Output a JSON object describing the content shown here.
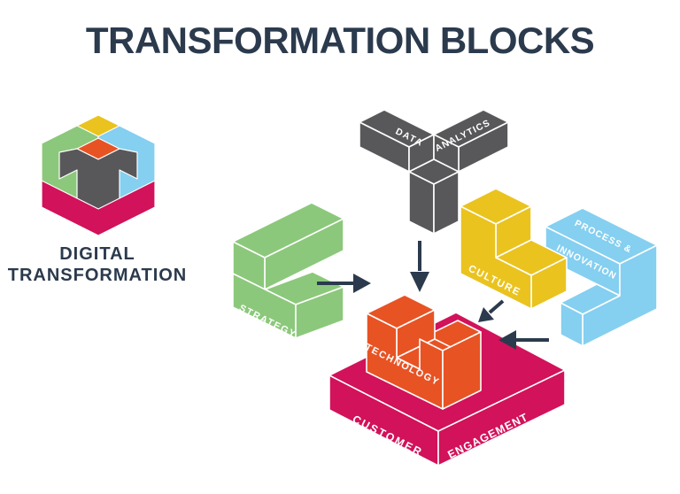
{
  "title": "TRANSFORMATION BLOCKS",
  "legend": {
    "line1": "DIGITAL",
    "line2": "TRANSFORMATION"
  },
  "colors": {
    "navy": "#2B3A4D",
    "edge_white": "#FFFFFF",
    "background": "#FFFFFF"
  },
  "blocks": [
    {
      "id": "data-analytics",
      "label": "DATA ANALYTICS",
      "parts": [
        "DATA",
        "ANALYTICS"
      ],
      "color": "#58585B"
    },
    {
      "id": "strategy",
      "label": "STRATEGY",
      "parts": [
        "STRATEGY"
      ],
      "color": "#8CC87B"
    },
    {
      "id": "culture",
      "label": "CULTURE",
      "parts": [
        "CULTURE"
      ],
      "color": "#EAC31F"
    },
    {
      "id": "process-innovation",
      "label": "PROCESS & INNOVATION",
      "parts": [
        "PROCESS &",
        "INNOVATION"
      ],
      "color": "#85CFF0"
    },
    {
      "id": "technology",
      "label": "TECHNOLOGY",
      "parts": [
        "TECHNOLOGY"
      ],
      "color": "#E85324"
    },
    {
      "id": "customer-engagement",
      "label": "CUSTOMER ENGAGEMENT",
      "parts": [
        "CUSTOMER",
        "ENGAGEMENT"
      ],
      "color": "#D2125A"
    }
  ],
  "mini_cube": {
    "caption": "DIGITAL TRANSFORMATION"
  },
  "arrows": [
    {
      "id": "data-analytics-to-technology"
    },
    {
      "id": "strategy-to-technology"
    },
    {
      "id": "culture-to-technology"
    },
    {
      "id": "process-innovation-to-technology"
    }
  ]
}
